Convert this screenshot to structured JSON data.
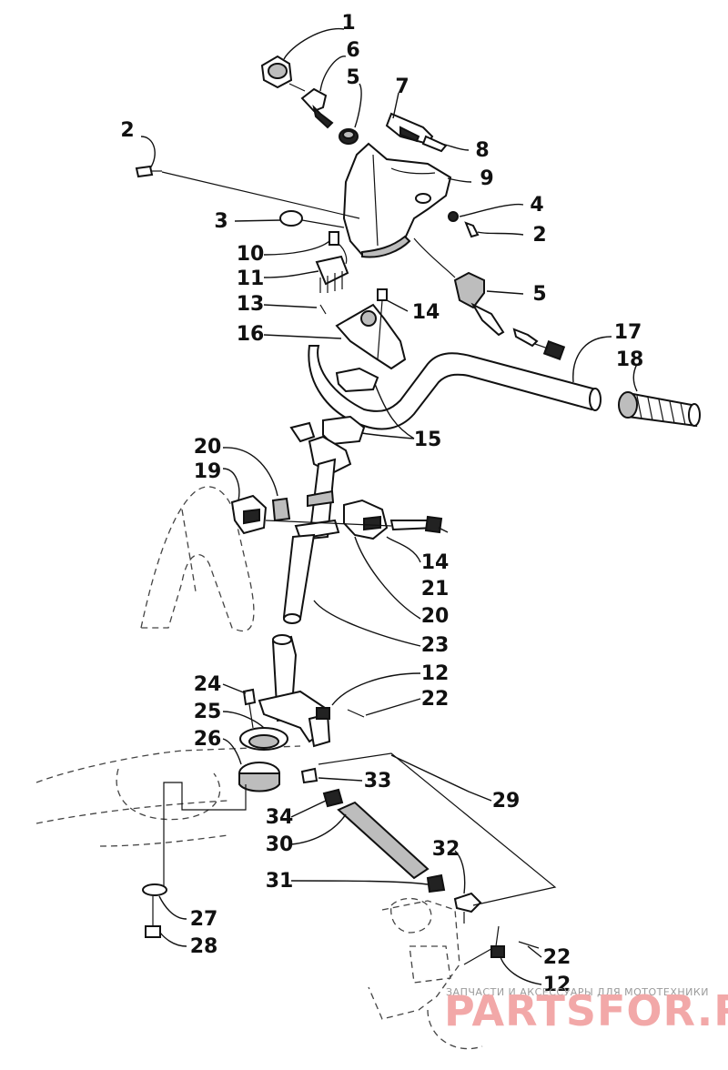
{
  "callouts": [
    {
      "id": "c1",
      "text": "1"
    },
    {
      "id": "c6",
      "text": "6"
    },
    {
      "id": "c5a",
      "text": "5"
    },
    {
      "id": "c7",
      "text": "7"
    },
    {
      "id": "c2a",
      "text": "2"
    },
    {
      "id": "c8",
      "text": "8"
    },
    {
      "id": "c9",
      "text": "9"
    },
    {
      "id": "c4",
      "text": "4"
    },
    {
      "id": "c3",
      "text": "3"
    },
    {
      "id": "c2b",
      "text": "2"
    },
    {
      "id": "c10",
      "text": "10"
    },
    {
      "id": "c11",
      "text": "11"
    },
    {
      "id": "c5b",
      "text": "5"
    },
    {
      "id": "c13",
      "text": "13"
    },
    {
      "id": "c14a",
      "text": "14"
    },
    {
      "id": "c16",
      "text": "16"
    },
    {
      "id": "c17",
      "text": "17"
    },
    {
      "id": "c18",
      "text": "18"
    },
    {
      "id": "c15",
      "text": "15"
    },
    {
      "id": "c20a",
      "text": "20"
    },
    {
      "id": "c19",
      "text": "19"
    },
    {
      "id": "c14b",
      "text": "14"
    },
    {
      "id": "c21",
      "text": "21"
    },
    {
      "id": "c20b",
      "text": "20"
    },
    {
      "id": "c23",
      "text": "23"
    },
    {
      "id": "c12a",
      "text": "12"
    },
    {
      "id": "c24",
      "text": "24"
    },
    {
      "id": "c22a",
      "text": "22"
    },
    {
      "id": "c25",
      "text": "25"
    },
    {
      "id": "c26",
      "text": "26"
    },
    {
      "id": "c33",
      "text": "33"
    },
    {
      "id": "c29",
      "text": "29"
    },
    {
      "id": "c34",
      "text": "34"
    },
    {
      "id": "c30",
      "text": "30"
    },
    {
      "id": "c32",
      "text": "32"
    },
    {
      "id": "c31",
      "text": "31"
    },
    {
      "id": "c27",
      "text": "27"
    },
    {
      "id": "c28",
      "text": "28"
    },
    {
      "id": "c22b",
      "text": "22"
    },
    {
      "id": "c12b",
      "text": "12"
    }
  ],
  "watermark": {
    "tagline": "ЗАПЧАСТИ И АКСЕССУАРЫ ДЛЯ МОТОТЕХНИКИ",
    "brand": "PARTSFOR.RU",
    "color": "#f2a8a8"
  }
}
